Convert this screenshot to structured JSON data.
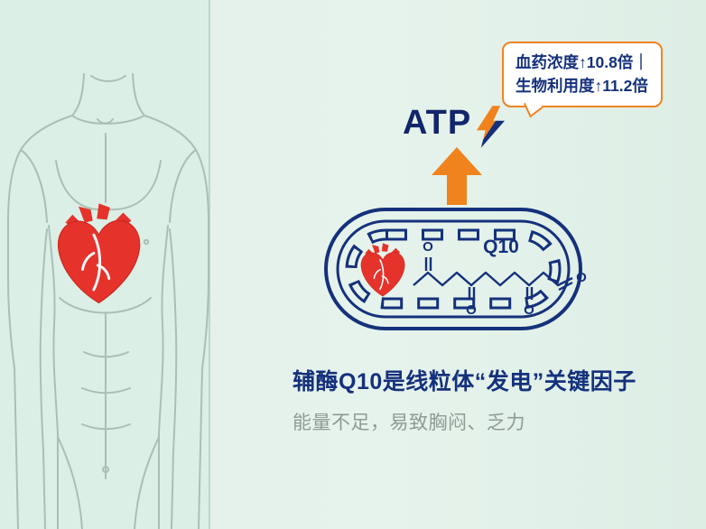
{
  "colors": {
    "navy": "#15317c",
    "orange": "#f0831e",
    "red": "#e5332b",
    "background_mint": "#e4f2ea"
  },
  "callout": {
    "line1": "血药浓度↑10.8倍｜",
    "line2": "生物利用度↑11.2倍"
  },
  "atp": {
    "label": "ATP"
  },
  "molecule": {
    "label": "Q10",
    "oxygen": "O"
  },
  "caption": {
    "title": "辅酶Q10是线粒体“发电”关键因子",
    "subtitle": "能量不足，易致胸闷、乏力"
  }
}
